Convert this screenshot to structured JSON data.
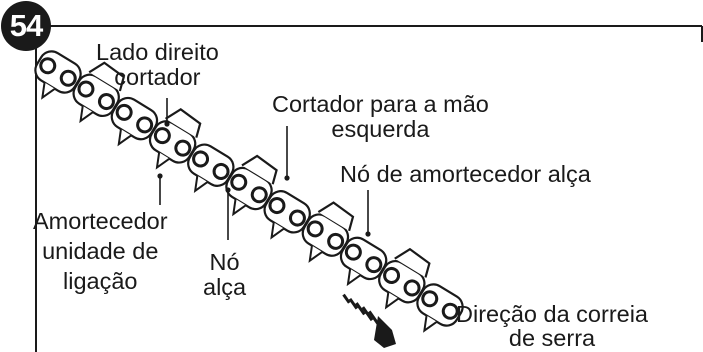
{
  "figure": {
    "number": "54",
    "labels": {
      "right_cutter_line1": "Lado direito",
      "right_cutter_line2": "cortador",
      "left_cutter_line1": "Cortador para a mão",
      "left_cutter_line2": "esquerda",
      "bumper_drive_link": "Nó de amortecedor alça",
      "bumper_tie_line1": "Amortecedor",
      "bumper_tie_line2": "unidade de",
      "bumper_tie_line3": "ligação",
      "drive_link_line1": "Nó",
      "drive_link_line2": "alça",
      "direction_line1": "Direção da correia",
      "direction_line2": "de serra"
    }
  }
}
